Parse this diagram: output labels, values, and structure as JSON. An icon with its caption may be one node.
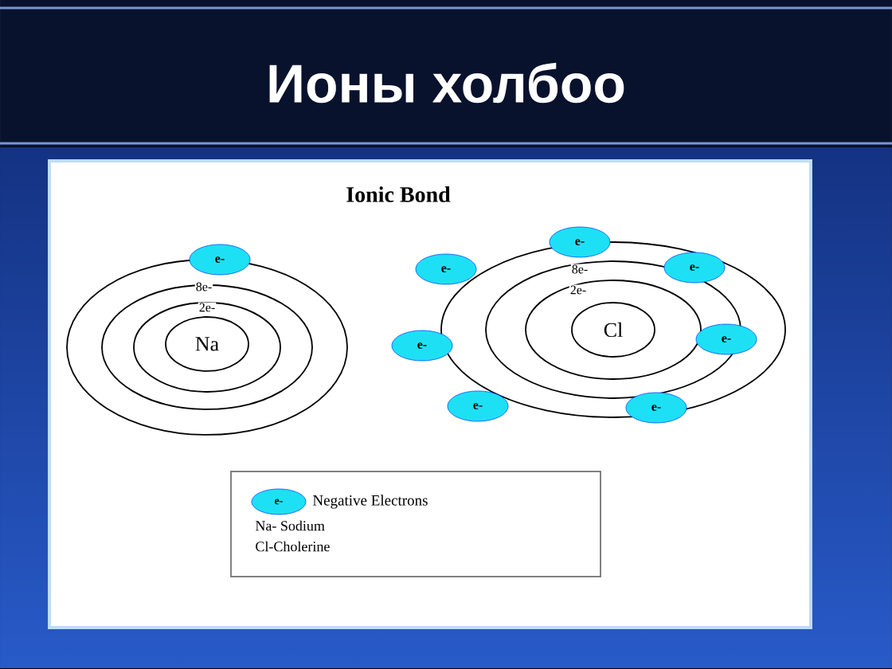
{
  "diagram": {
    "title": "Ионы холбоо",
    "nodes": [
      {
        "text": [
          "Na"
        ]
      },
      {
        "text": [
          "e-"
        ]
      },
      {
        "text": [
          "Cl"
        ]
      },
      {
        "text": [
          "e-"
        ]
      },
      {
        "text": [
          "e-"
        ]
      },
      {
        "text": [
          "e-"
        ]
      },
      {
        "text": [
          "e-"
        ]
      },
      {
        "text": [
          "e-"
        ]
      },
      {
        "text": [
          "e-"
        ]
      },
      {
        "text": [
          "e-"
        ]
      }
    ],
    "edges": [],
    "labels": [
      "Ionic Bond",
      "8e-",
      "2e-",
      "8e-",
      "2e-",
      "e-",
      "Na- Sodium",
      "Cl-Cholerine"
    ],
    "legend": [
      {
        "text": "Negative Electrons",
        "color": "#1ee0f5"
      }
    ]
  }
}
